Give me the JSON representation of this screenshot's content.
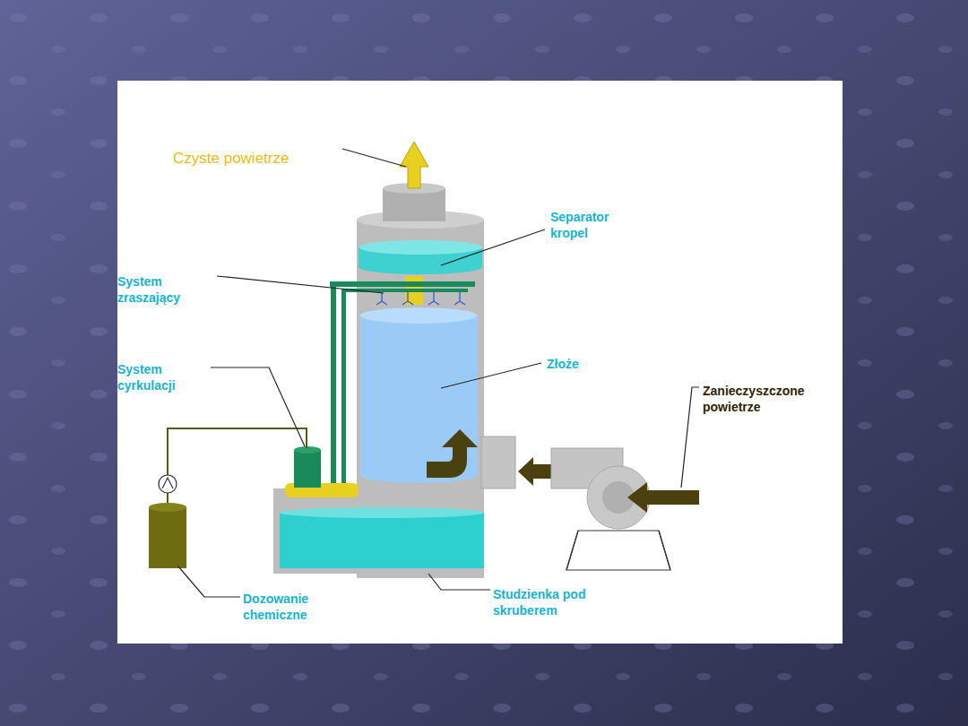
{
  "diagram": {
    "labels": [
      "Czyste powietrze",
      "Separator kropel",
      "System zraszający",
      "System cyrkulacji",
      "Złoże",
      "Zanieczyszczone powietrze",
      "Dozowanie chemiczne",
      "Studzienka pod skruberem"
    ]
  }
}
